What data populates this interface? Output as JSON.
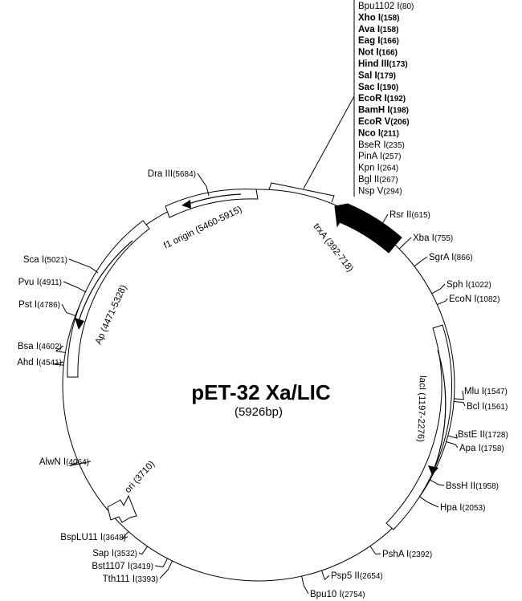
{
  "plasmid": {
    "name": "pET-32 Xa/LIC",
    "size_label": "(5926bp)",
    "total_bp": 5926
  },
  "mcs_sites": [
    {
      "name": "Bpu1102 I",
      "pos": "(80)",
      "bold": false
    },
    {
      "name": "Xho I",
      "pos": "(158)",
      "bold": true
    },
    {
      "name": "Ava I",
      "pos": "(158)",
      "bold": true
    },
    {
      "name": "Eag I",
      "pos": "(166)",
      "bold": true
    },
    {
      "name": "Not I",
      "pos": "(166)",
      "bold": true
    },
    {
      "name": "Hind III",
      "pos": "(173)",
      "bold": true
    },
    {
      "name": "Sal I",
      "pos": "(179)",
      "bold": true
    },
    {
      "name": "Sac I",
      "pos": "(190)",
      "bold": true
    },
    {
      "name": "EcoR I",
      "pos": "(192)",
      "bold": true
    },
    {
      "name": "BamH I",
      "pos": "(198)",
      "bold": true
    },
    {
      "name": "EcoR V",
      "pos": "(206)",
      "bold": true
    },
    {
      "name": "Nco I",
      "pos": "(211)",
      "bold": true
    },
    {
      "name": "BseR I",
      "pos": "(235)",
      "bold": false
    },
    {
      "name": "PinA I",
      "pos": "(257)",
      "bold": false
    },
    {
      "name": "Kpn I",
      "pos": "(264)",
      "bold": false
    },
    {
      "name": "Bgl II",
      "pos": "(267)",
      "bold": false
    },
    {
      "name": "Nsp V",
      "pos": "(294)",
      "bold": false
    }
  ],
  "sites": [
    {
      "name": "Rsr II",
      "pos": "(615)",
      "bp": 615,
      "anchor": "start"
    },
    {
      "name": "Xba I",
      "pos": "(755)",
      "bp": 755,
      "anchor": "start"
    },
    {
      "name": "SgrA I",
      "pos": "(866)",
      "bp": 866,
      "anchor": "start"
    },
    {
      "name": "Sph I",
      "pos": "(1022)",
      "bp": 1022,
      "anchor": "start"
    },
    {
      "name": "EcoN I",
      "pos": "(1082)",
      "bp": 1082,
      "anchor": "start"
    },
    {
      "name": "Mlu I",
      "pos": "(1547)",
      "bp": 1547,
      "anchor": "start"
    },
    {
      "name": "Bcl I",
      "pos": "(1561)",
      "bp": 1561,
      "anchor": "start"
    },
    {
      "name": "BstE II",
      "pos": "(1728)",
      "bp": 1728,
      "anchor": "start"
    },
    {
      "name": "Apa I",
      "pos": "(1758)",
      "bp": 1758,
      "anchor": "start"
    },
    {
      "name": "BssH II",
      "pos": "(1958)",
      "bp": 1958,
      "anchor": "start"
    },
    {
      "name": "Hpa I",
      "pos": "(2053)",
      "bp": 2053,
      "anchor": "start"
    },
    {
      "name": "PshA I",
      "pos": "(2392)",
      "bp": 2392,
      "anchor": "start"
    },
    {
      "name": "Psp5 II",
      "pos": "(2654)",
      "bp": 2654,
      "anchor": "start"
    },
    {
      "name": "Bpu10 I",
      "pos": "(2754)",
      "bp": 2754,
      "anchor": "start"
    },
    {
      "name": "Tth111 I",
      "pos": "(3393)",
      "bp": 3393,
      "anchor": "end"
    },
    {
      "name": "Bst1107 I",
      "pos": "(3419)",
      "bp": 3419,
      "anchor": "end"
    },
    {
      "name": "Sap I",
      "pos": "(3532)",
      "bp": 3532,
      "anchor": "end"
    },
    {
      "name": "BspLU11 I",
      "pos": "(3648)",
      "bp": 3648,
      "anchor": "end"
    },
    {
      "name": "AlwN I",
      "pos": "(4064)",
      "bp": 4064,
      "anchor": "end"
    },
    {
      "name": "Ahd I",
      "pos": "(4541)",
      "bp": 4541,
      "anchor": "end"
    },
    {
      "name": "Bsa I",
      "pos": "(4602)",
      "bp": 4602,
      "anchor": "end"
    },
    {
      "name": "Pst I",
      "pos": "(4786)",
      "bp": 4786,
      "anchor": "end"
    },
    {
      "name": "Pvu I",
      "pos": "(4911)",
      "bp": 4911,
      "anchor": "end"
    },
    {
      "name": "Sca I",
      "pos": "(5021)",
      "bp": 5021,
      "anchor": "end"
    },
    {
      "name": "Dra III",
      "pos": "(5684)",
      "bp": 5684,
      "anchor": "end"
    }
  ],
  "features": [
    {
      "label": "trxA (392-718)",
      "start": 392,
      "end": 718,
      "style": "filled-arrow"
    },
    {
      "label": "lacI (1197-2276)",
      "start": 1197,
      "end": 2276,
      "style": "box"
    },
    {
      "label": "ori (3710)",
      "start": 3710,
      "end": 3710,
      "style": "arrow-small"
    },
    {
      "label": "Ap (4471-5328)",
      "start": 4471,
      "end": 5328,
      "style": "box"
    },
    {
      "label": "f1 origin (5460-5915)",
      "start": 5460,
      "end": 5915,
      "style": "box"
    }
  ]
}
